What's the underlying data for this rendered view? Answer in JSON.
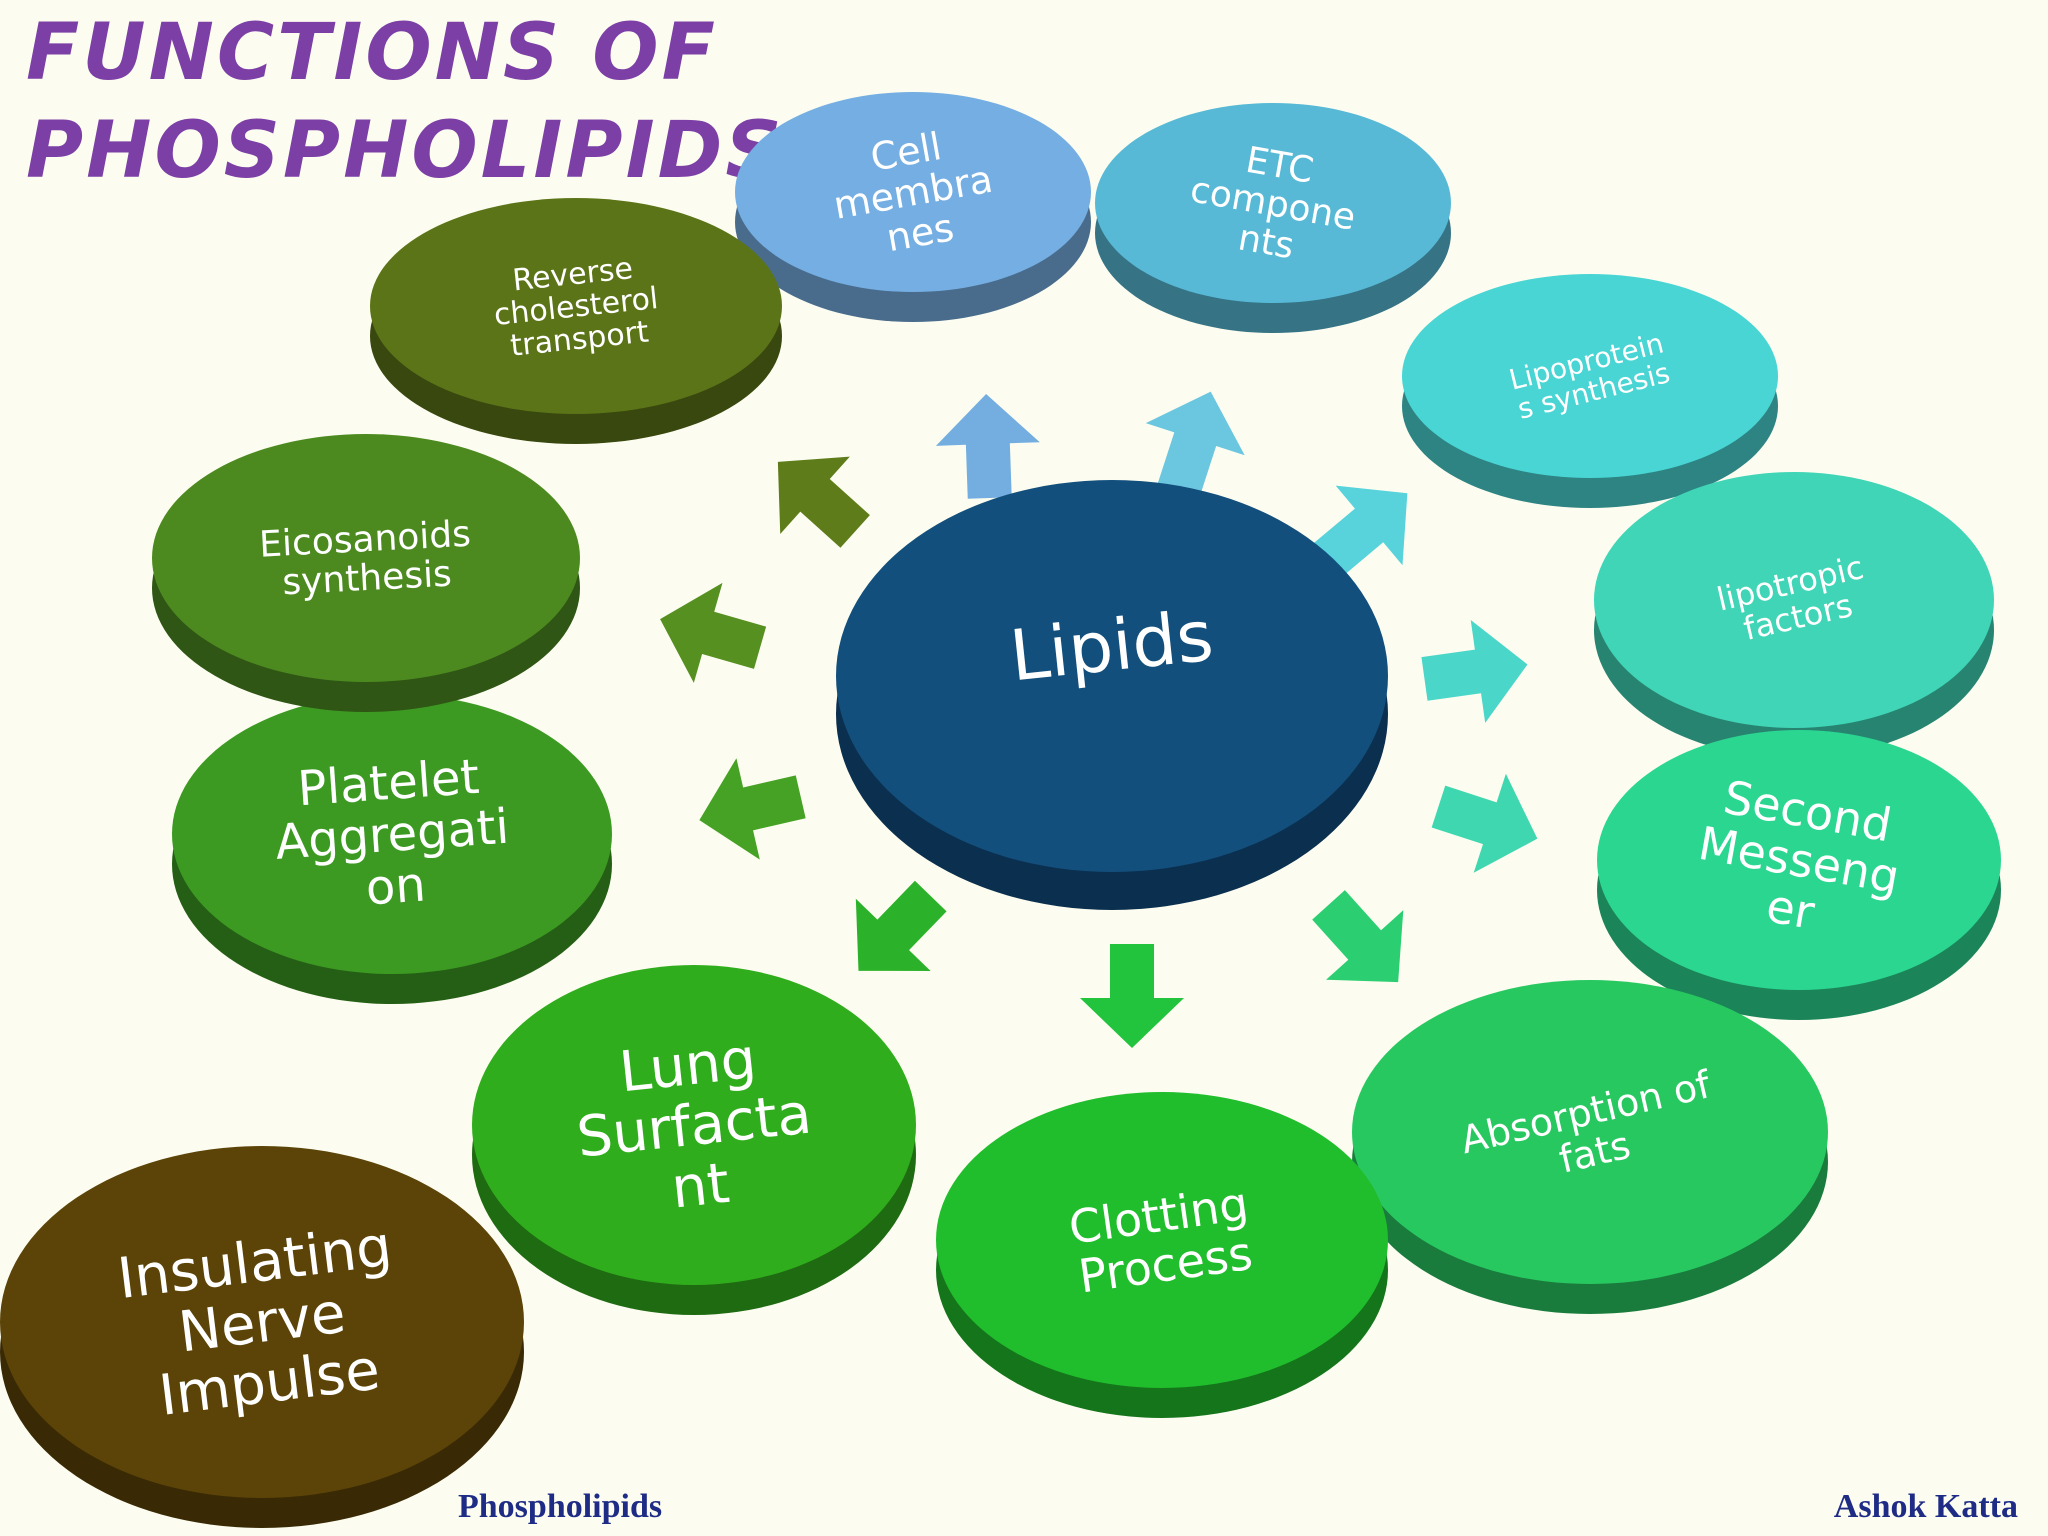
{
  "title": "FUNCTIONS OF PHOSPHOLIPIDS",
  "center": {
    "label": "Lipids",
    "color": "#134f7c"
  },
  "nodes": [
    {
      "lines": [
        "Cell",
        "membra",
        "nes"
      ],
      "color": "#75aee2"
    },
    {
      "lines": [
        "ETC",
        "compone",
        "nts"
      ],
      "color": "#57b9d6"
    },
    {
      "lines": [
        "Lipoprotein",
        "s synthesis"
      ],
      "color": "#48d5d4"
    },
    {
      "lines": [
        "lipotropic",
        "factors"
      ],
      "color": "#3fd5b6"
    },
    {
      "lines": [
        "Second",
        "Messeng",
        "er"
      ],
      "color": "#2bd690"
    },
    {
      "lines": [
        "Absorption of",
        "fats"
      ],
      "color": "#28c860"
    },
    {
      "lines": [
        "Clotting",
        "Process"
      ],
      "color": "#20bd2c"
    },
    {
      "lines": [
        "Lung",
        "Surfacta",
        "nt"
      ],
      "color": "#30ad1c"
    },
    {
      "lines": [
        "Insulating",
        "Nerve",
        "Impulse"
      ],
      "color": "#5c4408"
    },
    {
      "lines": [
        "Platelet",
        "Aggregati",
        "on"
      ],
      "color": "#3c9a22"
    },
    {
      "lines": [
        "Eicosanoids",
        "synthesis"
      ],
      "color": "#4c8a20"
    },
    {
      "lines": [
        "Reverse",
        "cholesterol",
        "transport"
      ],
      "color": "#5c7418"
    }
  ],
  "footer": {
    "left": "Phospholipids",
    "right": "Ashok Katta"
  }
}
